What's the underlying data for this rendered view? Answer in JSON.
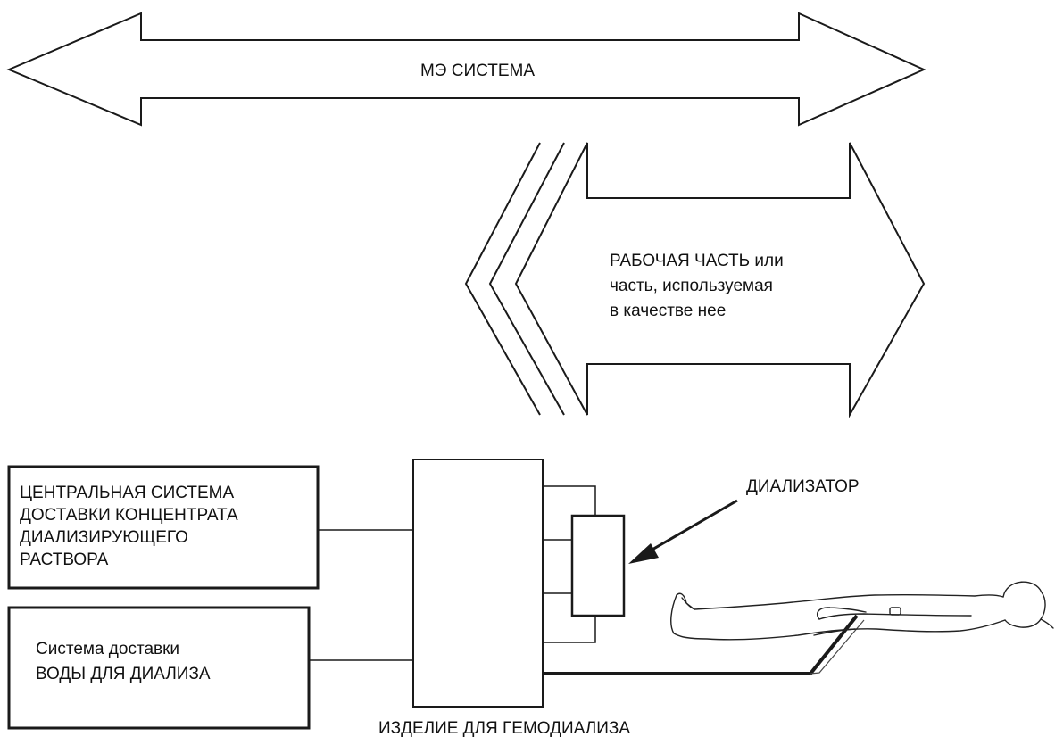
{
  "labels": {
    "me_system": "МЭ СИСТЕМА",
    "applied_part": [
      "РАБОЧАЯ ЧАСТЬ или",
      "часть, используемая",
      "в качестве нее"
    ],
    "dialyzer": "ДИАЛИЗАТОР",
    "central_delivery": [
      "ЦЕНТРАЛЬНАЯ СИСТЕМА",
      "ДОСТАВКИ КОНЦЕНТРАТА",
      "ДИАЛИЗИРУЮЩЕГО",
      "РАСТВОРА"
    ],
    "water_delivery": [
      "Система доставки",
      "ВОДЫ ДЛЯ ДИАЛИЗА"
    ],
    "hemodialysis_device": "ИЗДЕЛИЕ ДЛЯ ГЕМОДИАЛИЗА"
  },
  "colors": {
    "stroke": "#1a1a1a",
    "background": "#ffffff",
    "text": "#111111"
  }
}
